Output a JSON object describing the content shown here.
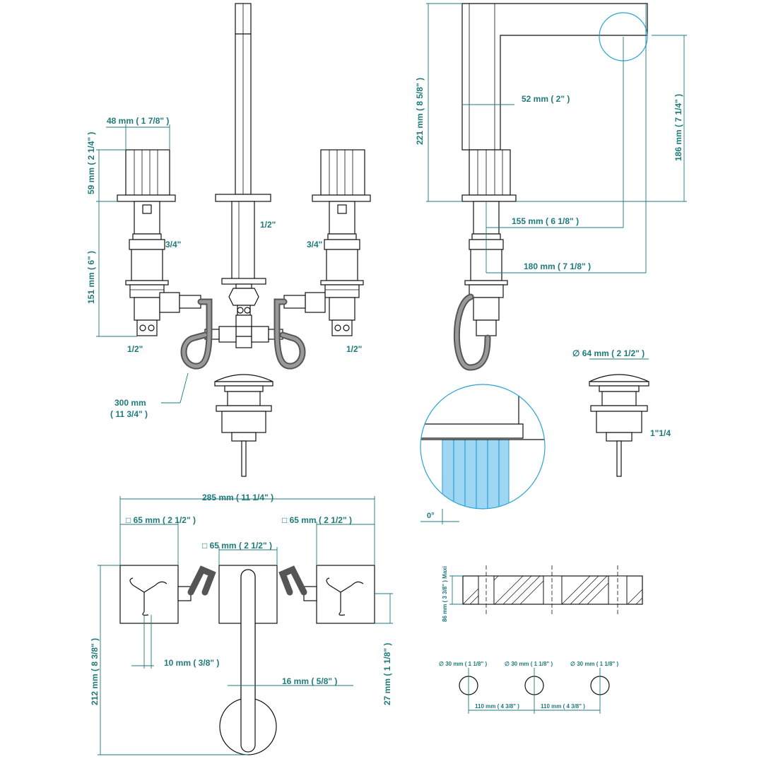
{
  "labels": {
    "knob_width": "48 mm ( 1 7/8\" )",
    "knob_height": "59 mm ( 2 1/4\" )",
    "body_height": "151 mm ( 6\" )",
    "spout_thread": "1/2\"",
    "left_valve_thread": "3/4\"",
    "right_valve_thread": "3/4\"",
    "left_outlet": "1/2\"",
    "right_outlet": "1/2\"",
    "hose_length": "300 mm",
    "hose_length_in": "( 11 3/4\" )",
    "spout_height": "221 mm ( 8 5/8\" )",
    "spout_width": "52 mm ( 2\" )",
    "outlet_height": "186 mm ( 7 1/4\" )",
    "reach_155": "155 mm ( 6 1/8\" )",
    "reach_180": "180 mm ( 7 1/8\" )",
    "waste_diameter": "∅ 64 mm ( 2 1/2\" )",
    "waste_thread": "1\"1/4",
    "angle": "0°",
    "total_width": "285 mm ( 11 1/4\" )",
    "left_square": "□ 65 mm ( 2 1/2\" )",
    "right_square": "□ 65 mm ( 2 1/2\" )",
    "center_square": "□ 65 mm ( 2 1/2\" )",
    "handle_offset": "10 mm ( 3/8\" )",
    "lever_width": "16 mm ( 5/8\" )",
    "total_depth": "212 mm ( 8 3/8\" )",
    "side_depth": "27 mm ( 1 1/8\" )",
    "deck_thickness": "86 mm ( 3 3/8\" ) Maxi",
    "hole_1": "∅ 30 mm ( 1 1/8\" )",
    "hole_2": "∅ 30 mm ( 1 1/8\" )",
    "hole_3": "∅ 30 mm ( 1 1/8\" )",
    "spacing_1": "110 mm ( 4 3/8\" )",
    "spacing_2": "110 mm ( 4 3/8\" )"
  },
  "colors": {
    "dimension": "#1f7a7a",
    "outline": "#111111",
    "detail_circle": "#2aa3d9",
    "detail_fill": "#9fd6f2",
    "hose": "#555555"
  }
}
